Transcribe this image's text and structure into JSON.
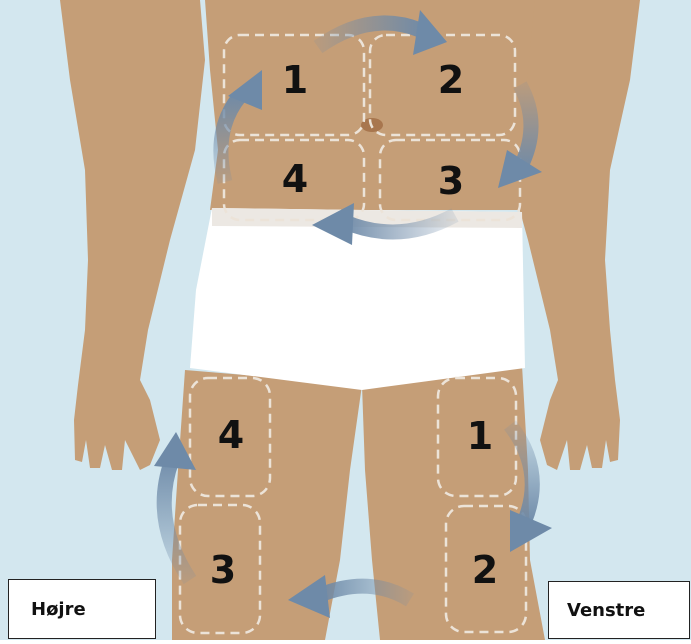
{
  "labels": {
    "right_side": "Højre",
    "left_side": "Venstre"
  },
  "abdomen_zones": [
    "1",
    "2",
    "3",
    "4"
  ],
  "thigh_zones": {
    "right_thigh": [
      "4",
      "3"
    ],
    "left_thigh": [
      "1",
      "2"
    ]
  },
  "colors": {
    "background": "#d3e7ef",
    "skin": "#c59e77",
    "underwear": "#ffffff",
    "arrow": "#6e8aa8",
    "zone_outline": "#ece3d8"
  }
}
